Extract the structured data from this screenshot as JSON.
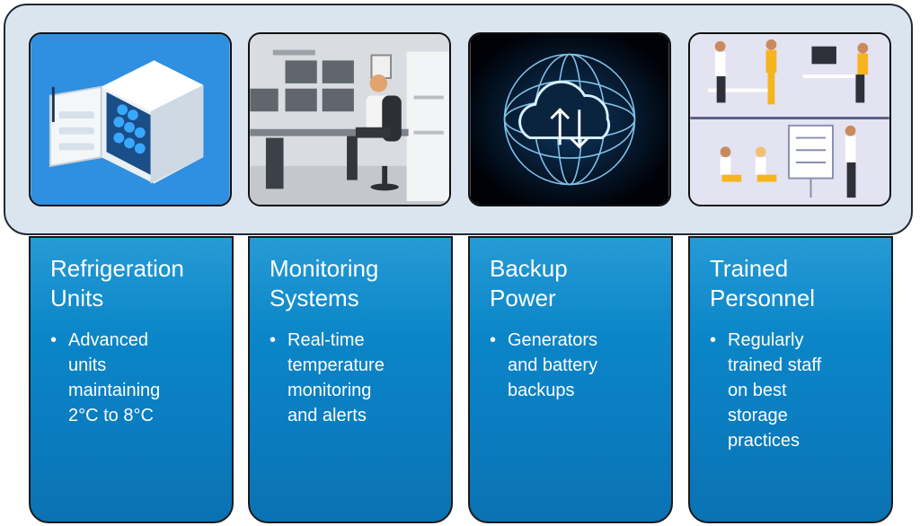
{
  "cards": [
    {
      "title_lines": [
        "Refrigeration",
        "Units"
      ],
      "bullet_lines": [
        "Advanced",
        "units",
        "maintaining",
        "2°C to 8°C"
      ],
      "icon": "refrigerator-icon"
    },
    {
      "title_lines": [
        "Monitoring",
        "Systems"
      ],
      "bullet_lines": [
        "Real-time",
        "temperature",
        "monitoring",
        "and alerts"
      ],
      "icon": "security-monitor-icon"
    },
    {
      "title_lines": [
        "Backup",
        "Power"
      ],
      "bullet_lines": [
        "Generators",
        "and battery",
        "backups"
      ],
      "icon": "cloud-sync-icon"
    },
    {
      "title_lines": [
        "Trained",
        "Personnel"
      ],
      "bullet_lines": [
        "Regularly",
        "trained staff",
        "on best",
        "storage",
        "practices"
      ],
      "icon": "team-training-icon"
    }
  ],
  "colors": {
    "card_blue": "#0a7fc2",
    "panel_bg": "#dbe5ef",
    "border": "#111111"
  }
}
